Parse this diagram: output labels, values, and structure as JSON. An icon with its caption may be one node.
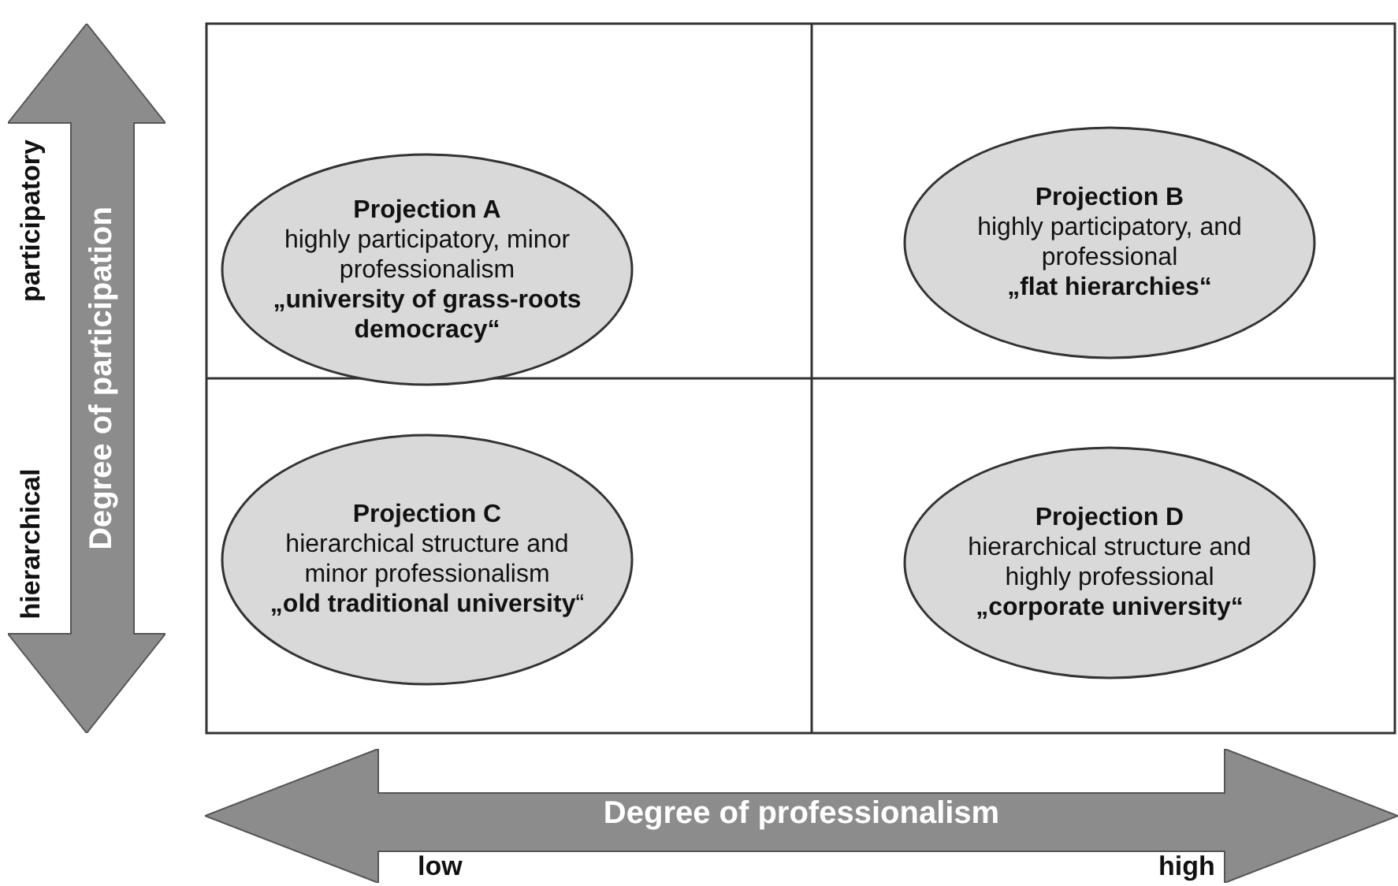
{
  "diagram": {
    "nodes": [
      {
        "text": [
          "Projection A",
          "highly participatory, minor professionalism",
          "„university of grass-roots democracy“"
        ]
      },
      {
        "text": [
          "Projection B",
          "highly participatory, and professional",
          "„flat hierarchies“"
        ]
      },
      {
        "text": [
          "Projection C",
          "hierarchical structure and minor professionalism",
          "**„old traditional university**“"
        ]
      },
      {
        "text": [
          "Projection D",
          "hierarchical structure and highly professional",
          "„corporate university“"
        ]
      },
      {
        "text": [
          "Degree of participation"
        ]
      },
      {
        "text": [
          "Degree of professionalism"
        ]
      }
    ],
    "labels": [
      "participatory",
      "hierarchical",
      "low",
      "high"
    ]
  }
}
